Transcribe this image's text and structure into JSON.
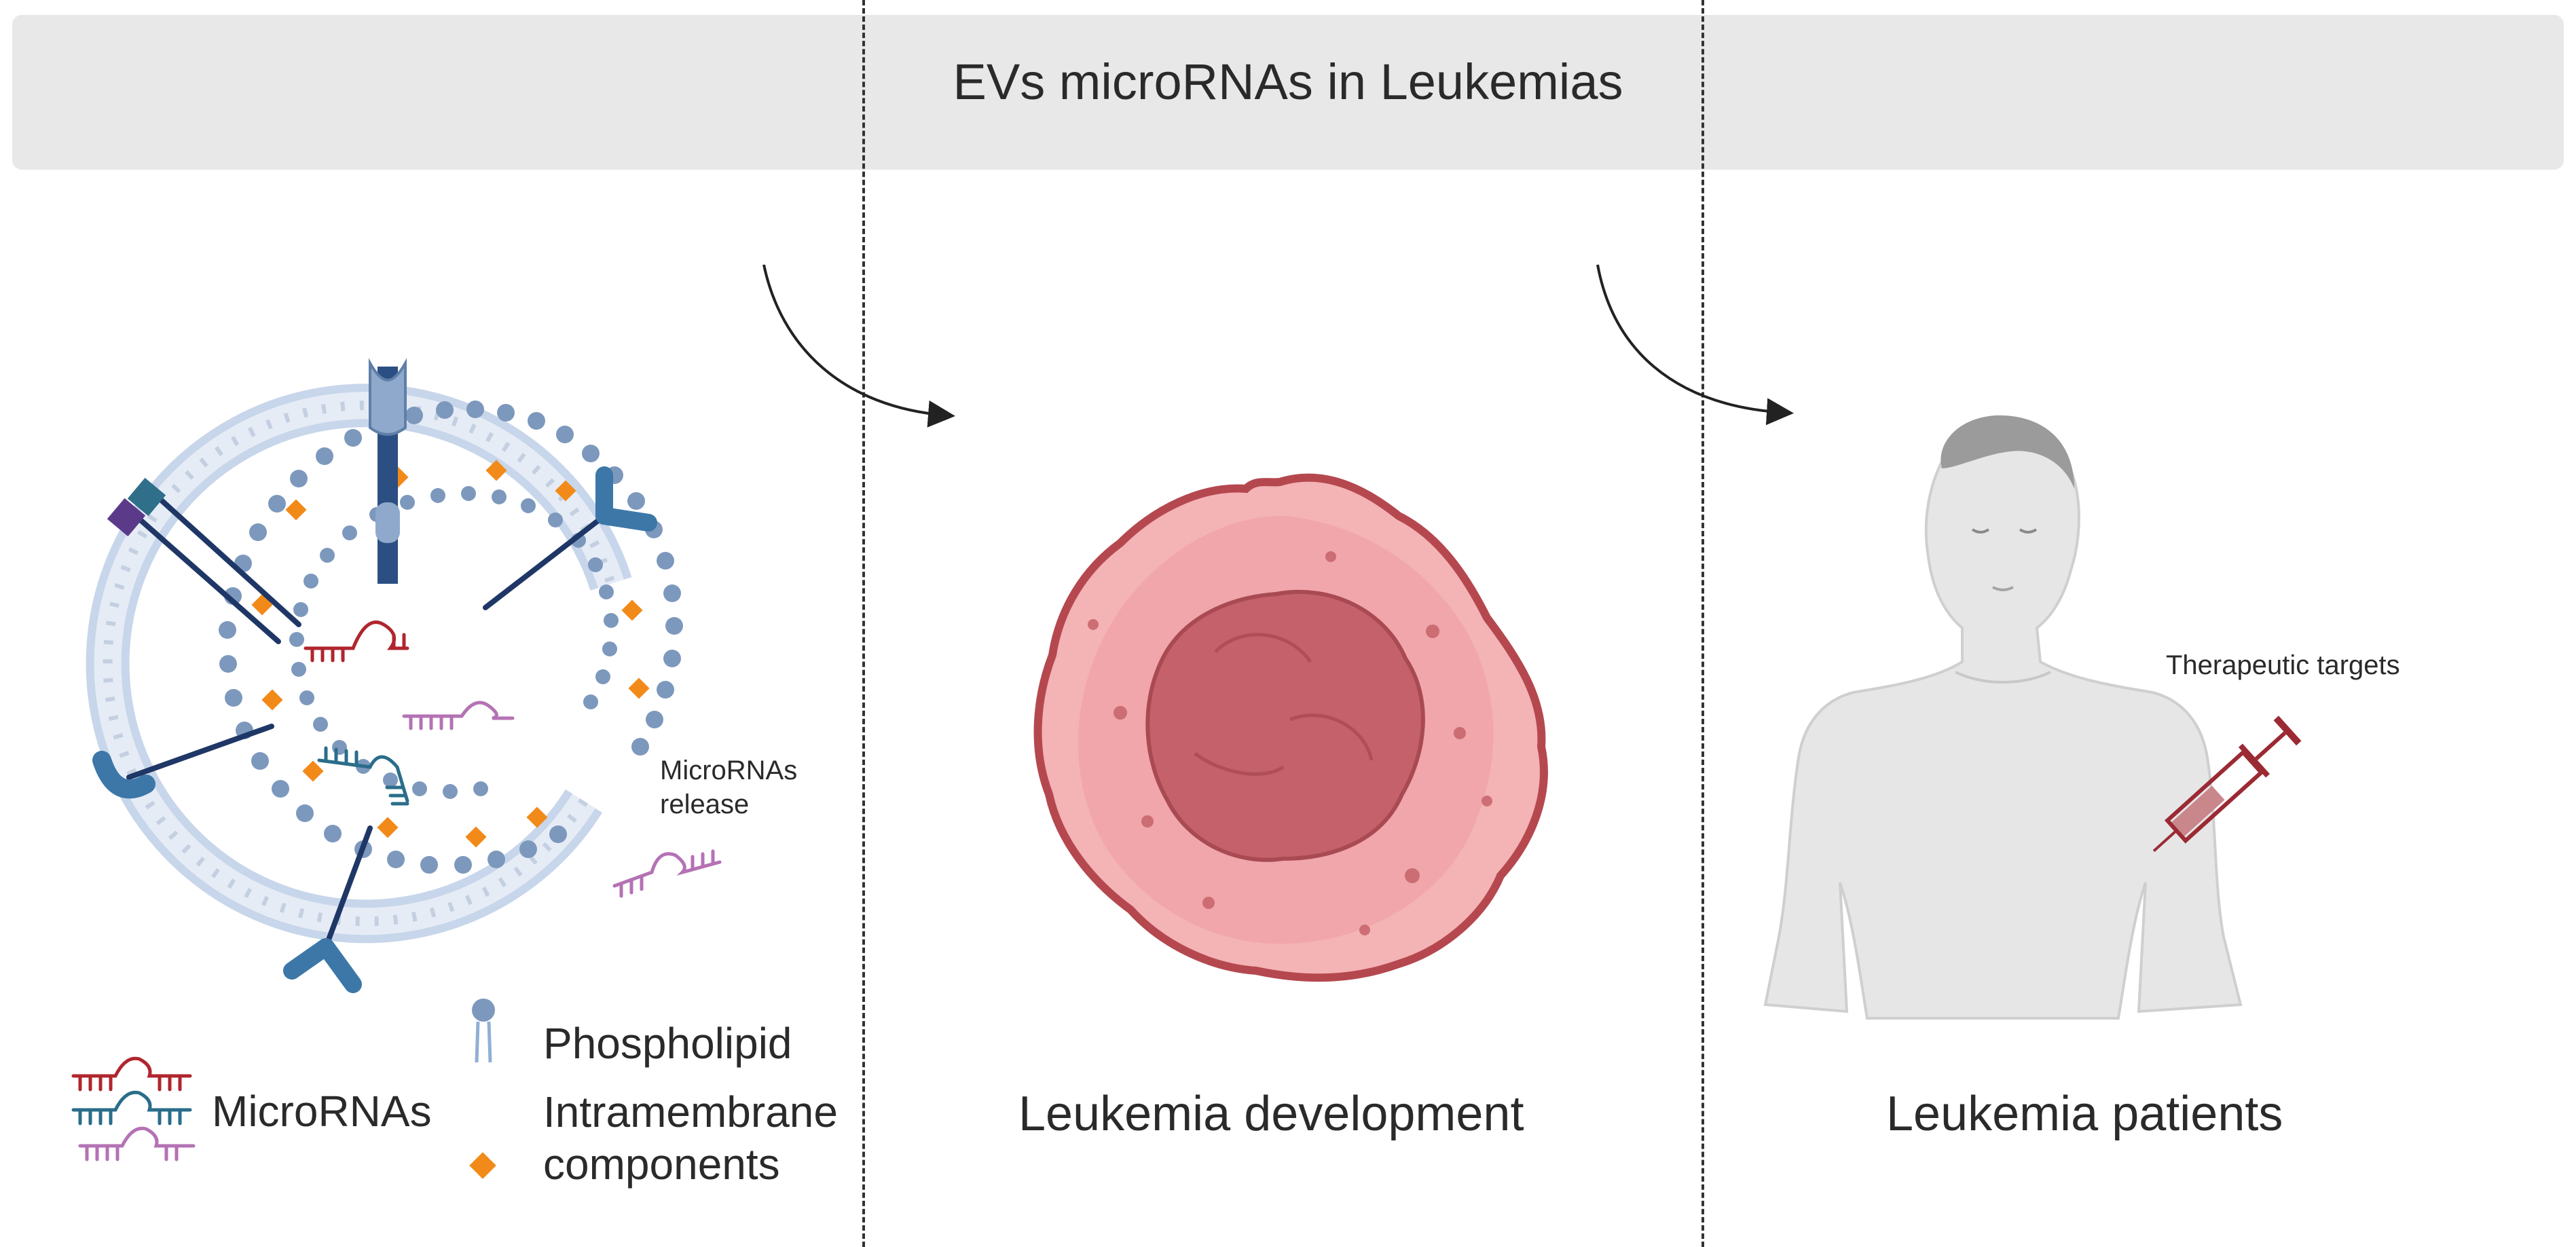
{
  "title": "EVs microRNAs  in Leukemias",
  "panels": {
    "vesicle": {
      "release_label_line1": "MicroRNAs",
      "release_label_line2": "release"
    },
    "development": {
      "caption": "Leukemia development"
    },
    "patients": {
      "caption": "Leukemia patients",
      "therapy_label": "Therapeutic targets"
    }
  },
  "legend": {
    "microrna_label": "MicroRNAs",
    "phospholipid_label": "Phospholipid",
    "intramembrane_label_line1": "Intramembrane",
    "intramembrane_label_line2": "components"
  },
  "colors": {
    "banner": "#e8e8e8",
    "membrane_head": "#7d98bd",
    "membrane_tail": "#b9cbe2",
    "intramembrane": "#f28a1a",
    "mirna_red": "#b0262e",
    "mirna_teal": "#2a6d8a",
    "mirna_purple": "#b472b4",
    "cell_outer": "#eba0a4",
    "cell_nucleus": "#c25c62",
    "skin": "#e6e6e6"
  },
  "icons": [
    "extracellular-vesicle-icon",
    "leukemia-cell-icon",
    "patient-body-icon",
    "syringe-icon",
    "curved-arrow-icon"
  ]
}
